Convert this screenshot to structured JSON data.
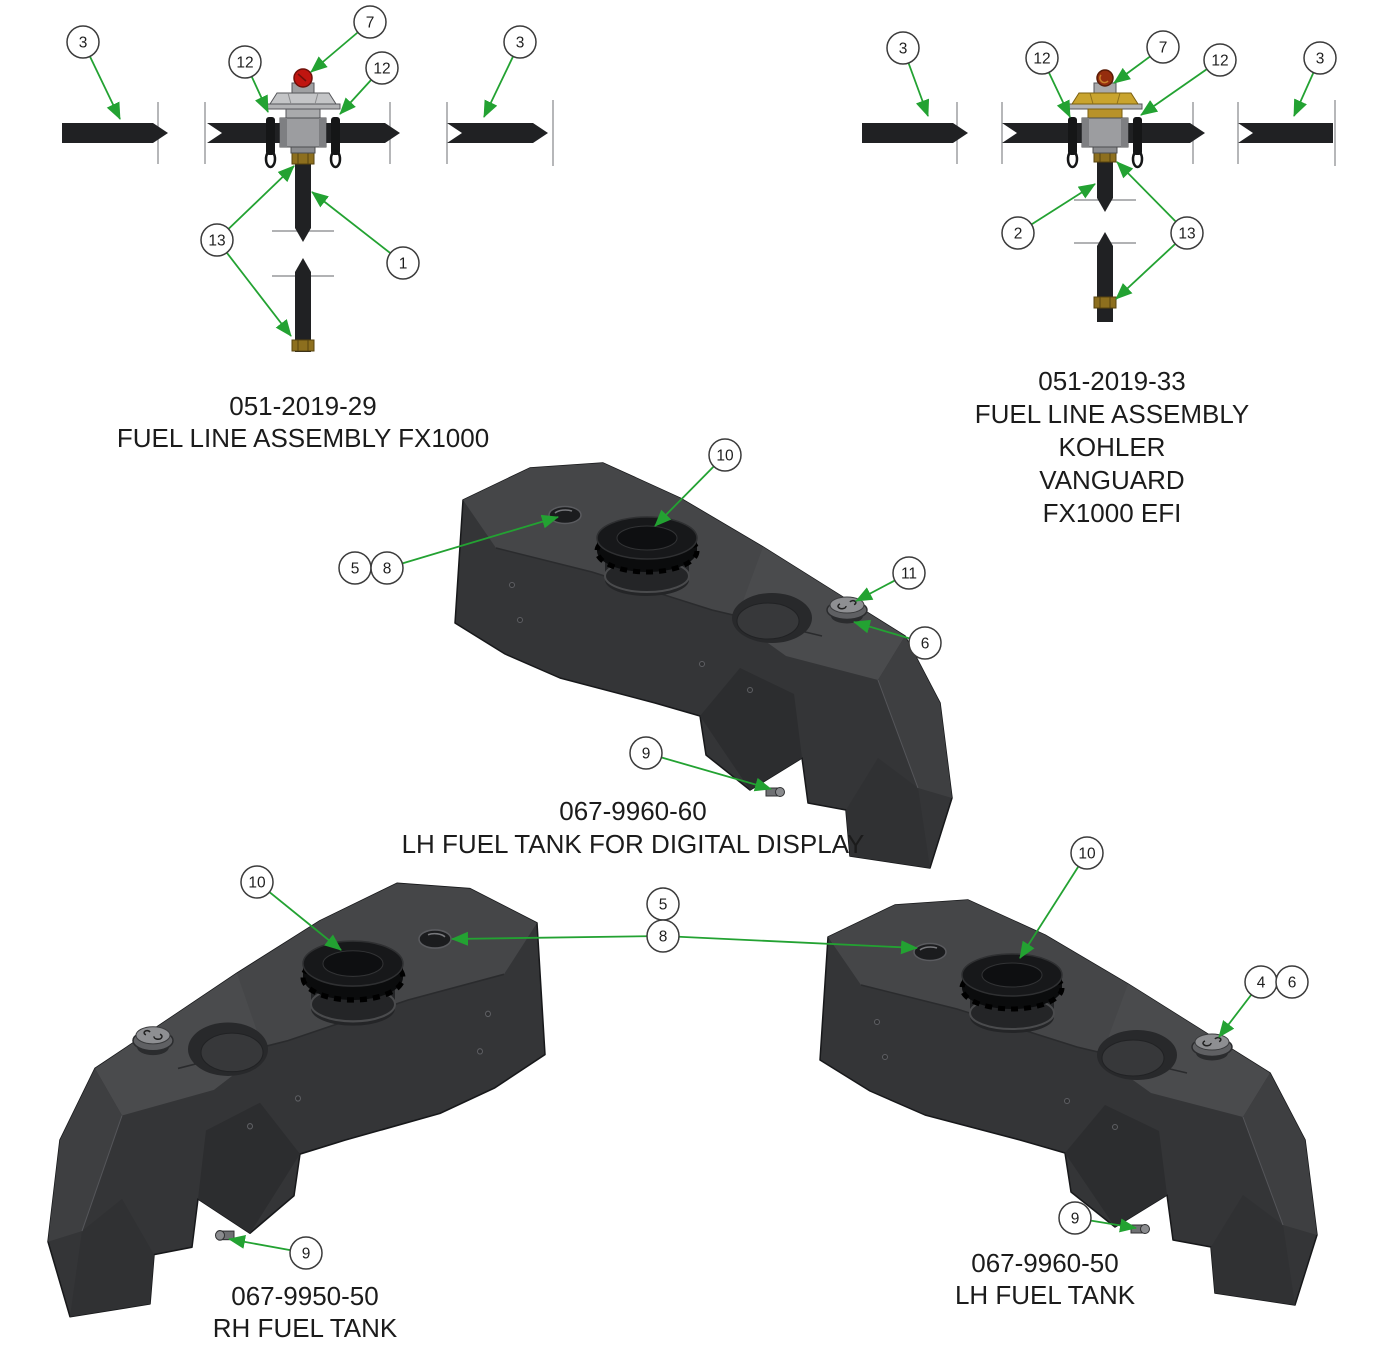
{
  "colors": {
    "leader_green": "#23a232",
    "label_text": "#1b1b1b",
    "tank_body": "#343537",
    "hose_black": "#202123",
    "fitting_gray": "#9c9da0",
    "brass_fitting": "#8d6f1e",
    "red_cap": "#c01510",
    "kohler_gold": "#c9a42e",
    "callout_circle_fill": "#ffffff",
    "callout_circle_stroke": "#3b3b3b"
  },
  "figures": [
    {
      "id": "fuel-line-assembly-fx1000",
      "part_number": "051-2019-29",
      "name_lines": [
        "FUEL LINE ASSEMBLY FX1000"
      ],
      "callouts": {
        "c3_left": "3",
        "c12_left": "12",
        "c7": "7",
        "c12_right": "12",
        "c3_right": "3",
        "c13": "13",
        "c1": "1"
      }
    },
    {
      "id": "fuel-line-assembly-kohler-vanguard-fx1000-efi",
      "part_number": "051-2019-33",
      "name_lines": [
        "FUEL LINE ASSEMBLY",
        "KOHLER",
        "VANGUARD",
        "FX1000 EFI"
      ],
      "callouts": {
        "c3_left": "3",
        "c12_left": "12",
        "c7": "7",
        "c12_right": "12",
        "c3_right": "3",
        "c2": "2",
        "c13": "13"
      }
    },
    {
      "id": "lh-fuel-tank-for-digital-display",
      "part_number": "067-9960-60",
      "name_lines": [
        "LH FUEL TANK FOR DIGITAL DISPLAY"
      ],
      "callouts": {
        "c10": "10",
        "c5": "5",
        "c8": "8",
        "c11": "11",
        "c6": "6",
        "c9": "9"
      }
    },
    {
      "id": "rh-fuel-tank",
      "part_number": "067-9950-50",
      "name_lines": [
        "RH FUEL TANK"
      ],
      "callouts": {
        "c10": "10",
        "c9": "9"
      }
    },
    {
      "id": "lh-fuel-tank",
      "part_number": "067-9960-50",
      "name_lines": [
        "LH FUEL TANK"
      ],
      "callouts": {
        "c10": "10",
        "c4": "4",
        "c6": "6",
        "c9": "9"
      }
    }
  ],
  "shared_callouts": {
    "c5": "5",
    "c8": "8"
  }
}
